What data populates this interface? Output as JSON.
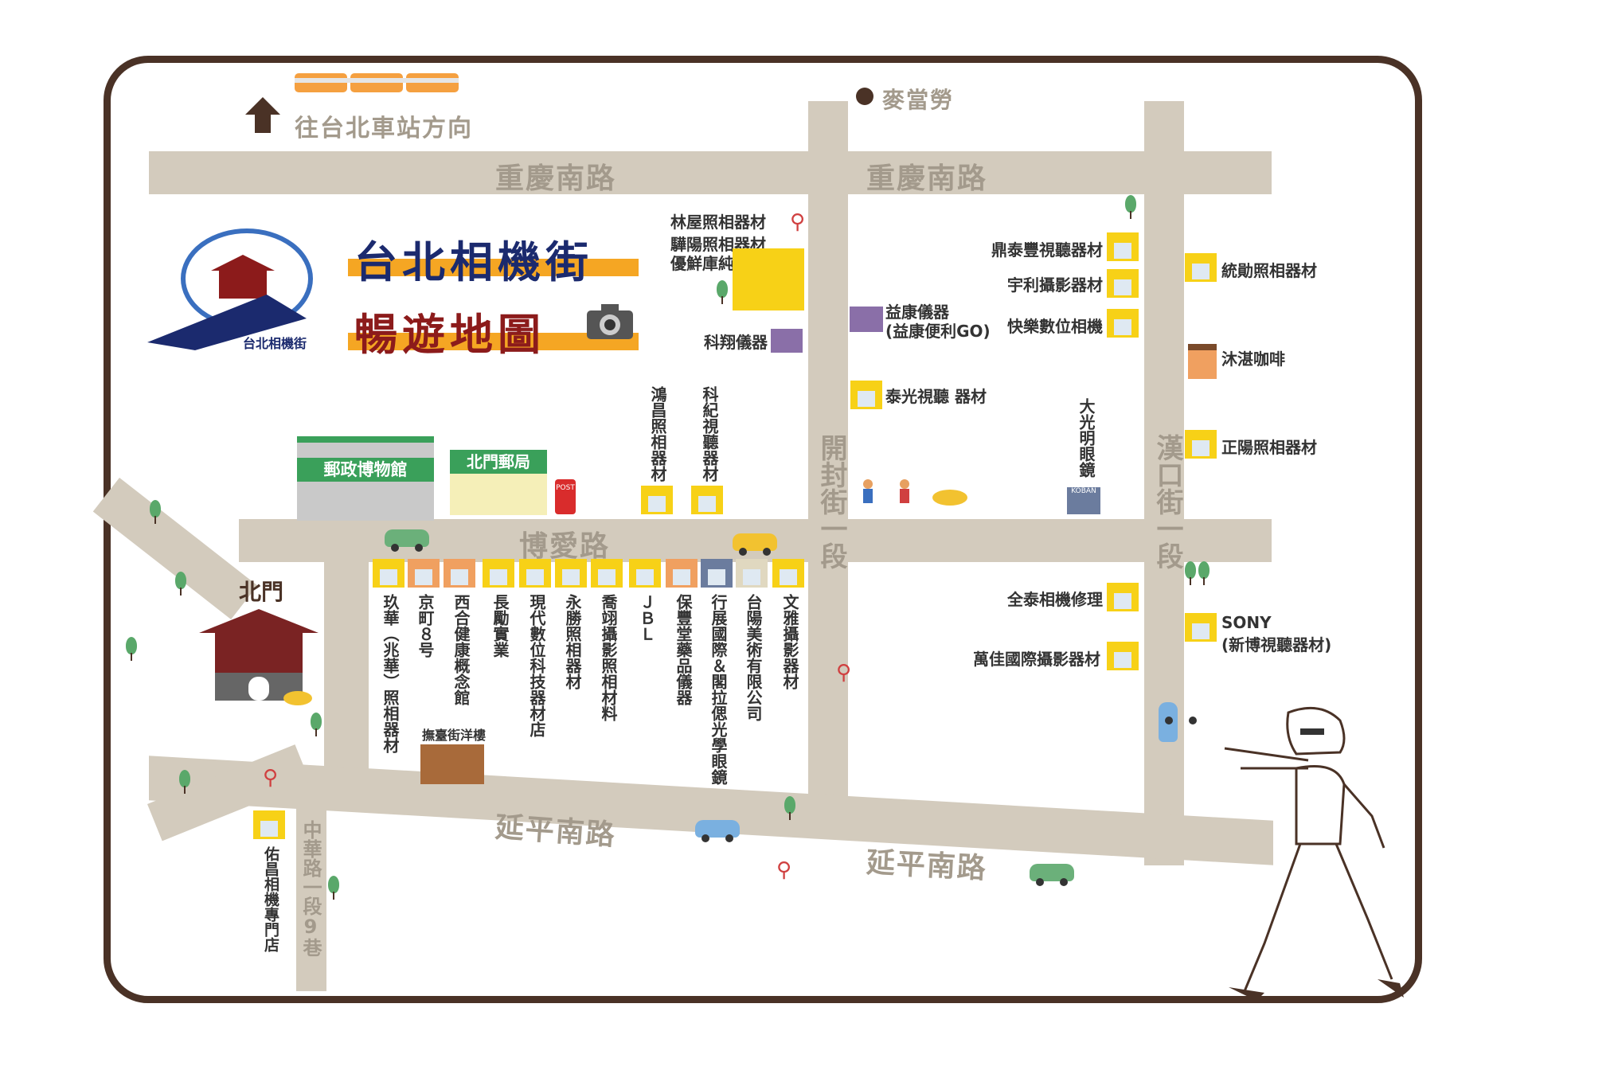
{
  "direction": {
    "arrow_icon": "up-arrow-icon",
    "text": "往台北車站方向"
  },
  "landmarks": {
    "mcdonalds": "麥當勞",
    "north_gate": "北門",
    "postal_museum": "郵政博物館",
    "beimen_post": "北門郵局",
    "post_box": "POST"
  },
  "logo": {
    "text": "台北相機街"
  },
  "title": {
    "line1": "台北相機街",
    "line2": "暢遊地圖"
  },
  "roads": {
    "chongqing_left": "重慶南路",
    "chongqing_right": "重慶南路",
    "boai": "博愛路",
    "yanping_left": "延平南路",
    "yanping_right": "延平南路",
    "kaifeng": "開封街一段",
    "hankou": "漢口街一段",
    "zhonghua": "中華路一段9巷"
  },
  "shops_top_left": {
    "linwu": "林屋照相器材",
    "luyang": "驊陽照相器材",
    "youxian": "優鮮庫純",
    "kexiang": "科翔儀器"
  },
  "shops_vertical_top": {
    "hongchang": "鴻昌照相器材",
    "keji": "科紀視聽器材",
    "daguangming": "大光明眼鏡"
  },
  "shops_middle": {
    "yikang_line1": "益康儀器",
    "yikang_line2": "(益康便利GO)",
    "taiguang": "泰光視聽 器材",
    "dingtaifeng": "鼎泰豐視聽器材",
    "yuli": "宇利攝影器材",
    "kuaile": "快樂數位相機",
    "tongxun": "統勛照相器材",
    "muzhan": "沐湛咖啡",
    "zhengyang": "正陽照相器材",
    "quantai": "全泰相機修理",
    "wanjia": "萬佳國際攝影器材",
    "sony_line1": "SONY",
    "sony_line2": "(新博視聽器材)"
  },
  "shops_boai_column": [
    "玖華（兆華）照相器材",
    "京町８号",
    "西合健康概念館",
    "長勵實業",
    "現代數位科技器材店",
    "永勝照相器材",
    "喬翊攝影照相材料",
    "ＪＢＬ",
    "保豐堂藥品儀器",
    "行展國際＆閣拉偲光學眼鏡",
    "台陽美術有限公司",
    "文雅攝影器材"
  ],
  "shops_misc": {
    "fuchang": "佑昌相機專門店",
    "futai_building": "撫臺街洋樓"
  },
  "icons": {
    "cafe": "cafe-icon",
    "koban": "KOBAN",
    "camera": "camera-icon",
    "train": "train-icon"
  },
  "colors": {
    "road": "#d3cbbd",
    "shop": "#f7d117",
    "frame": "#4a3226",
    "title_bar": "#f5a623",
    "title_text": "#1b2a6e",
    "title_text2": "#8c1b1b"
  }
}
